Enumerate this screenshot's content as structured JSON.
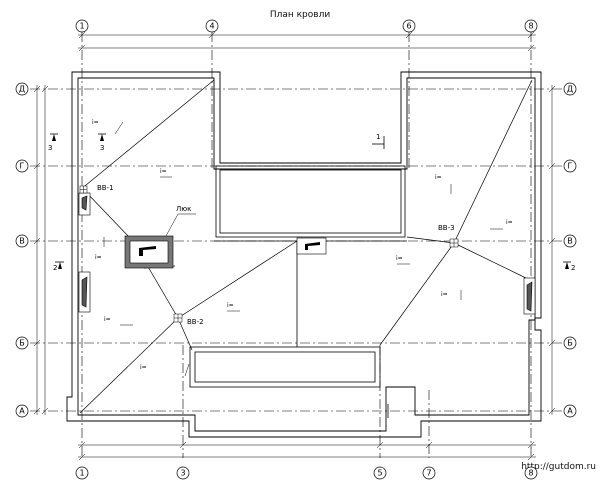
{
  "title": "План кровли",
  "url": "http://gutdom.ru",
  "axes_top": [
    "1",
    "4",
    "6",
    "8"
  ],
  "axes_bottom": [
    "1",
    "3",
    "5",
    "7",
    "8"
  ],
  "axes_rows": [
    "Д",
    "Г",
    "В",
    "Б",
    "А"
  ],
  "section_marks": [
    "3",
    "3",
    "1",
    "2",
    "2"
  ],
  "labels": {
    "hatch": "Люк",
    "vv1": "ВВ-1",
    "vv2": "ВВ-2",
    "vv3": "ВВ-3",
    "slope": "i="
  },
  "colors": {
    "line": "#000000",
    "background": "#ffffff"
  }
}
